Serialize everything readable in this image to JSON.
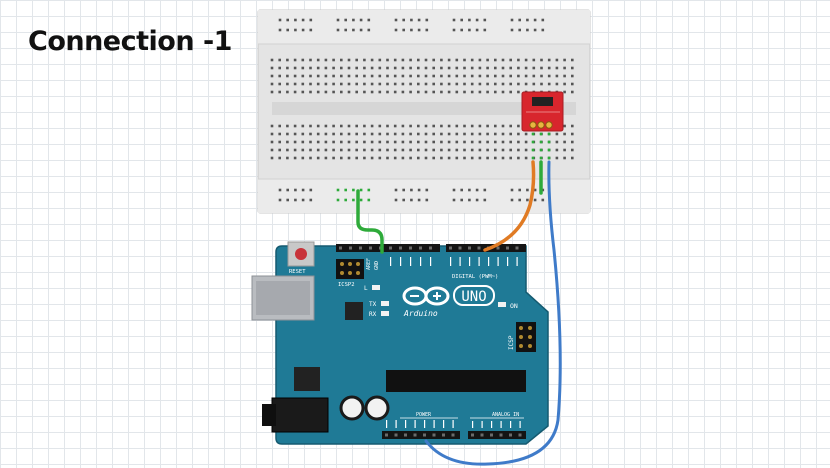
{
  "title": "Connection -1",
  "board": {
    "reset_label": "RESET",
    "icsp2_label": "ICSP2",
    "aref_label": "AREF",
    "gnd_label": "GND",
    "digital_label": "DIGITAL (PWM~)",
    "l_label": "L",
    "tx_label": "TX",
    "rx_label": "RX",
    "on_label": "ON",
    "brand": "Arduino",
    "model": "UNO",
    "icsp_label": "ICSP",
    "power_label": "POWER",
    "analog_label": "ANALOG IN"
  },
  "colors": {
    "board": "#1f7a96",
    "breadboard": "#e6e6e6",
    "module": "#d8262d",
    "wire_green": "#2eaa3a",
    "wire_orange": "#e07b24",
    "wire_blue": "#3f7bc9"
  }
}
